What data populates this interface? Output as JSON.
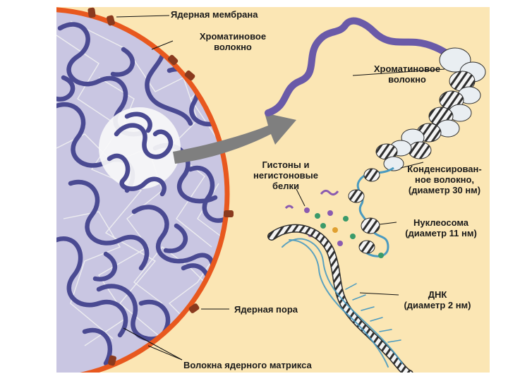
{
  "labels": {
    "nuclear_membrane": "Ядерная мембрана",
    "chromatin_fiber_left_1": "Хроматиновое",
    "chromatin_fiber_left_2": "волокно",
    "chromatin_fiber_right_1": "Хроматиновое",
    "chromatin_fiber_right_2": "волокно",
    "histones_1": "Гистоны и",
    "histones_2": "негистоновые",
    "histones_3": "белки",
    "condensed_1": "Конденсирован-",
    "condensed_2": "ное волокно,",
    "condensed_3": "(диаметр 30 нм)",
    "nucleosome_1": "Нуклеосома",
    "nucleosome_2": "(диаметр 11 нм)",
    "dna_1": "ДНК",
    "dna_2": "(диаметр 2 нм)",
    "nuclear_pore": "Ядерная пора",
    "matrix_fibers": "Волокна ядерного матрикса"
  },
  "colors": {
    "background": "#fbe6b4",
    "nucleoplasm": "#c9c6e2",
    "chromatin": "#4a4a92",
    "membrane": "#e8581e",
    "pore": "#8a3a1e",
    "arrow": "#7f7f7f",
    "nucleosome": "#e9eef2",
    "dna": "#2e2e2e"
  }
}
